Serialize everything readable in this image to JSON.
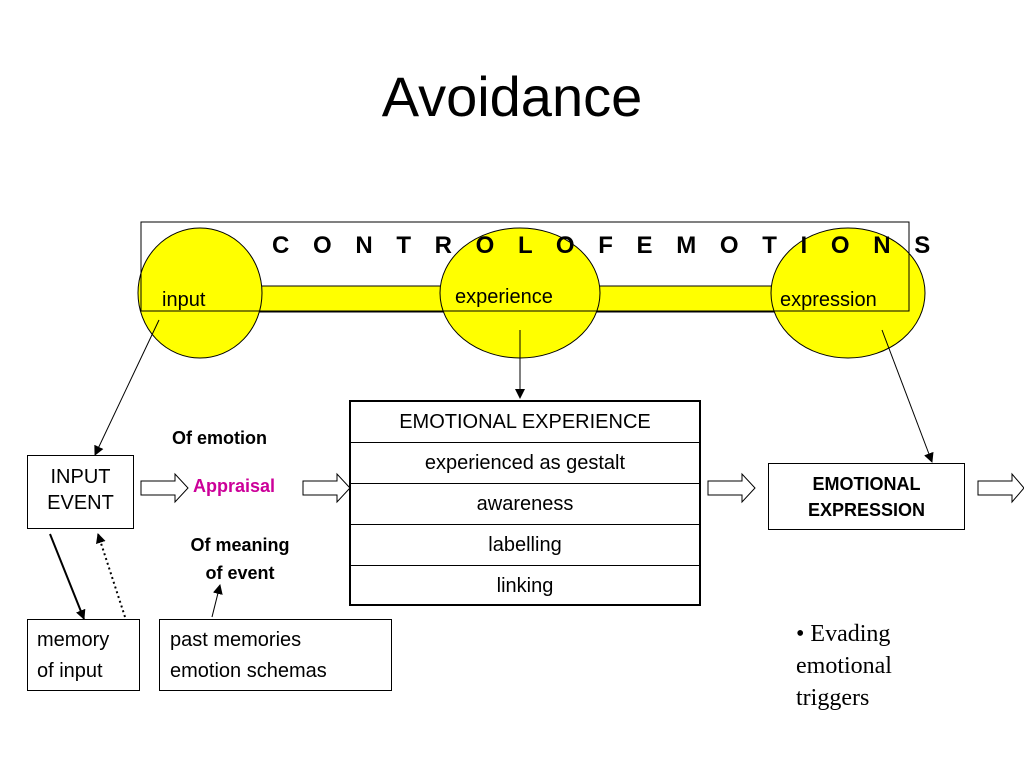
{
  "slide": {
    "title": "Avoidance"
  },
  "control": {
    "title": "C O N T R O L   O F   E M O T I O N S",
    "circles": [
      {
        "label": "input"
      },
      {
        "label": "experience"
      },
      {
        "label": "expression"
      }
    ],
    "fill_color": "#ffff00"
  },
  "input_event": {
    "label_line1": "INPUT",
    "label_line2": "EVENT"
  },
  "appraisal": {
    "of_emotion": "Of emotion",
    "label": "Appraisal",
    "label_color": "#cc0099",
    "of_meaning_line1": "Of meaning",
    "of_meaning_line2": "of event"
  },
  "emotional_experience": {
    "rows": [
      "EMOTIONAL EXPERIENCE",
      "experienced as gestalt",
      "awareness",
      "labelling",
      "linking"
    ]
  },
  "emotional_expression": {
    "line1": "EMOTIONAL",
    "line2": "EXPRESSION"
  },
  "memory_of_input": {
    "line1": "memory",
    "line2": "of input"
  },
  "past_memories": {
    "line1": "past memories",
    "line2": "emotion schemas"
  },
  "bullet": {
    "text": "• Evading emotional triggers"
  }
}
